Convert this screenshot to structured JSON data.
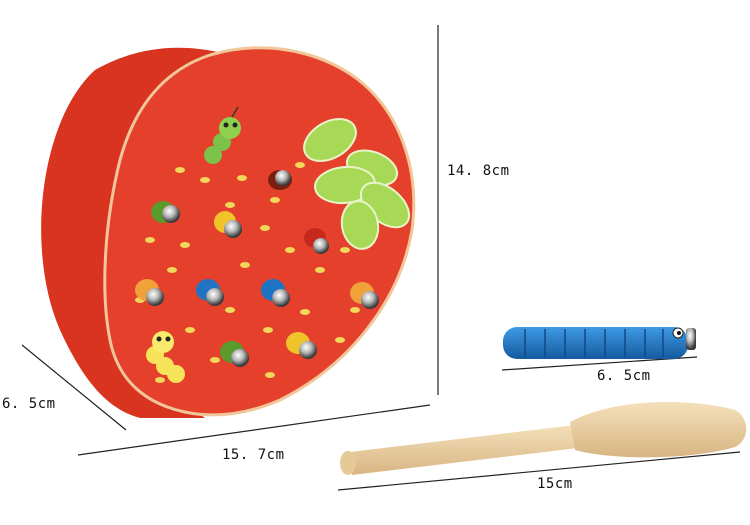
{
  "product": {
    "colors": {
      "strawberry_red": "#e4402c",
      "strawberry_side": "#d83420",
      "leaf_green": "#a7d957",
      "wood_light": "#ecd3a8",
      "worm_blue": "#1f73c4"
    },
    "worm_bodies": [
      "yellow",
      "green",
      "blue",
      "orange",
      "red",
      "yellow-green"
    ]
  },
  "dimensions": {
    "height": "14. 8cm",
    "depth": "6. 5cm",
    "width": "15. 7cm",
    "worm_length": "6. 5cm",
    "stick_length": "15cm"
  }
}
